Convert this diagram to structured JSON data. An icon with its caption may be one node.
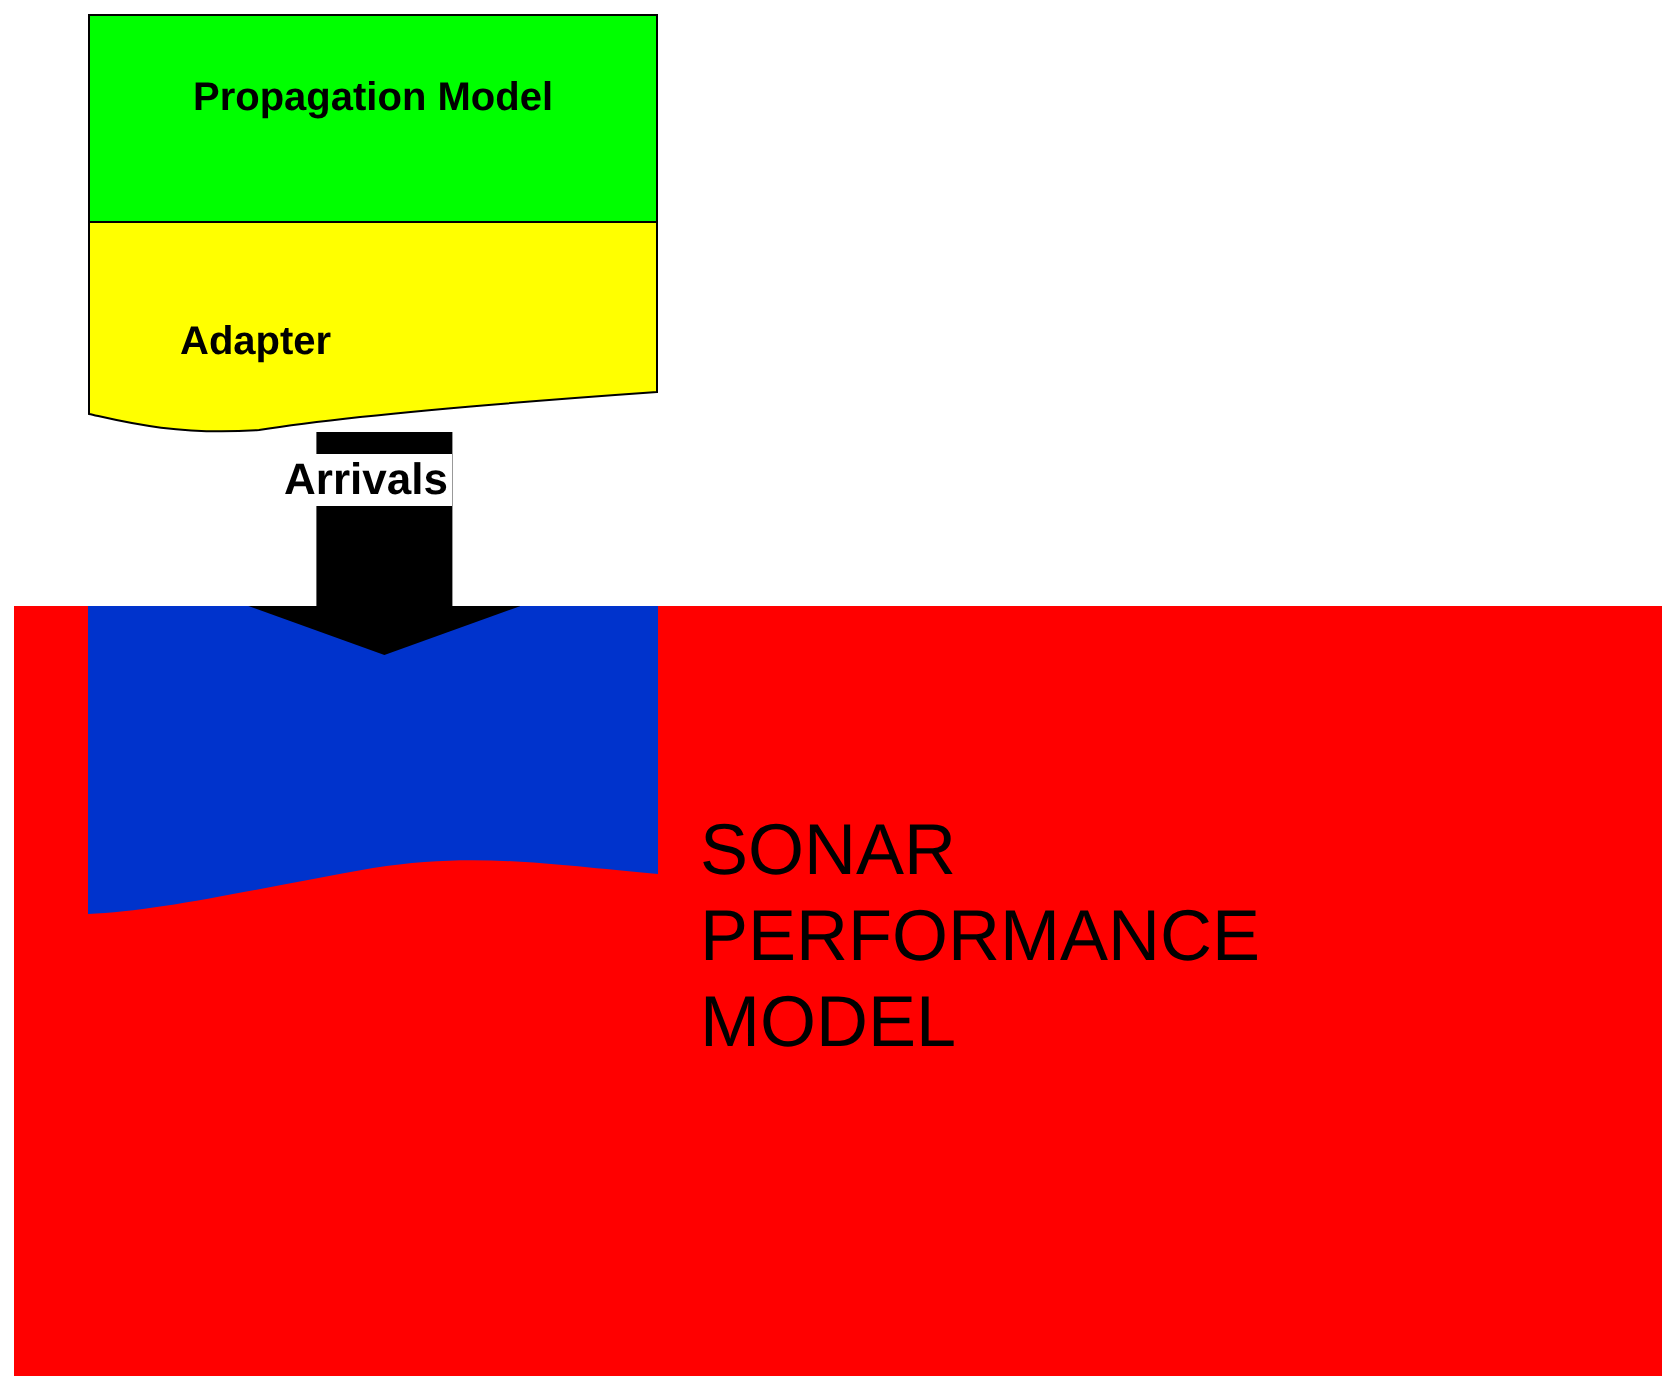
{
  "diagram": {
    "nodes": [
      {
        "text": [
          "Propagation Model"
        ]
      },
      {
        "text": [
          "Adapter"
        ]
      },
      {
        "text": [
          "SONAR PERFORMANCE MODEL"
        ]
      },
      {
        "text": [],
        "shape": "box",
        "in": 2
      }
    ],
    "edges": [
      {
        "from": 1,
        "to": 3,
        "arrow": "to",
        "label": "Arrivals"
      }
    ]
  }
}
